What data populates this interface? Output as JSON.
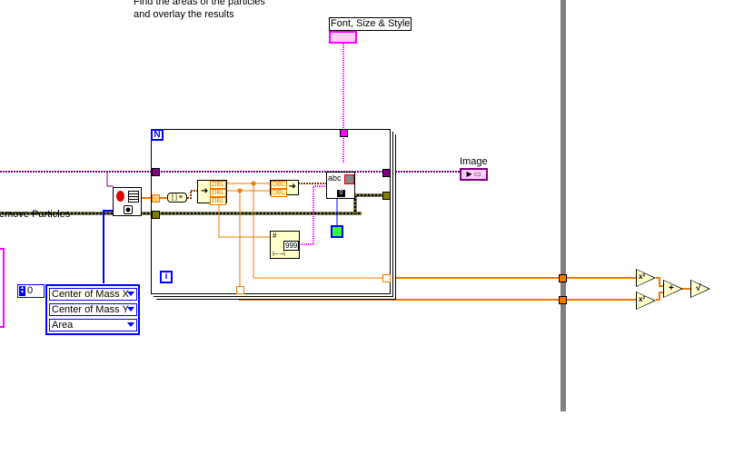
{
  "comment": {
    "line1": "Find the areas of the particles",
    "line2": "and overlay the results"
  },
  "labels": {
    "font_control": "Font, Size & Style",
    "image_indicator": "Image",
    "remove_particles": "emove Particles"
  },
  "loop": {
    "count_terminal": "N",
    "iteration_terminal": "i"
  },
  "nodes": {
    "dbl": "DBL",
    "number_to_string_value": "999",
    "overlay_index": "0",
    "overlay_text": "abc"
  },
  "array_index_control": {
    "value": "0"
  },
  "measurement_array": [
    "Center of Mass X",
    "Center of Mass Y",
    "Area"
  ],
  "math": {
    "square1": "x²",
    "square2": "x²",
    "add": "+",
    "sqrt": "√"
  },
  "colors": {
    "orange": "#f07800",
    "purple": "#800080",
    "pink": "#ff00ff",
    "blue": "#0000ff",
    "gray": "#808080",
    "green": "#33ff33"
  }
}
